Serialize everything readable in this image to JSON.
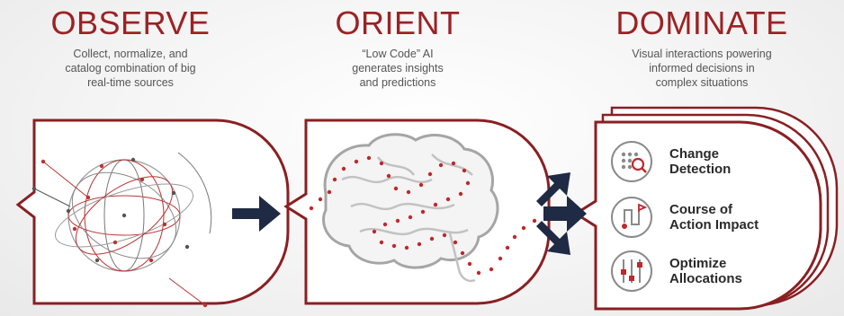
{
  "columns": [
    {
      "title": "OBSERVE",
      "description": [
        "Collect, normalize, and",
        "catalog combination of big",
        "real-time sources"
      ]
    },
    {
      "title": "ORIENT",
      "description": [
        "“Low Code” AI",
        "generates insights",
        "and predictions"
      ]
    },
    {
      "title": "DOMINATE",
      "description": [
        "Visual interactions powering",
        "informed decisions in",
        "complex situations"
      ]
    }
  ],
  "actions": [
    {
      "icon": "change-detection-icon",
      "line1": "Change",
      "line2": "Detection"
    },
    {
      "icon": "course-of-action-icon",
      "line1": "Course of",
      "line2": "Action Impact"
    },
    {
      "icon": "optimize-allocations-icon",
      "line1": "Optimize",
      "line2": "Allocations"
    }
  ],
  "colors": {
    "accent": "#9c2224",
    "arrow": "#1f2a44",
    "text": "#2a2a2a",
    "muted": "#555555"
  }
}
